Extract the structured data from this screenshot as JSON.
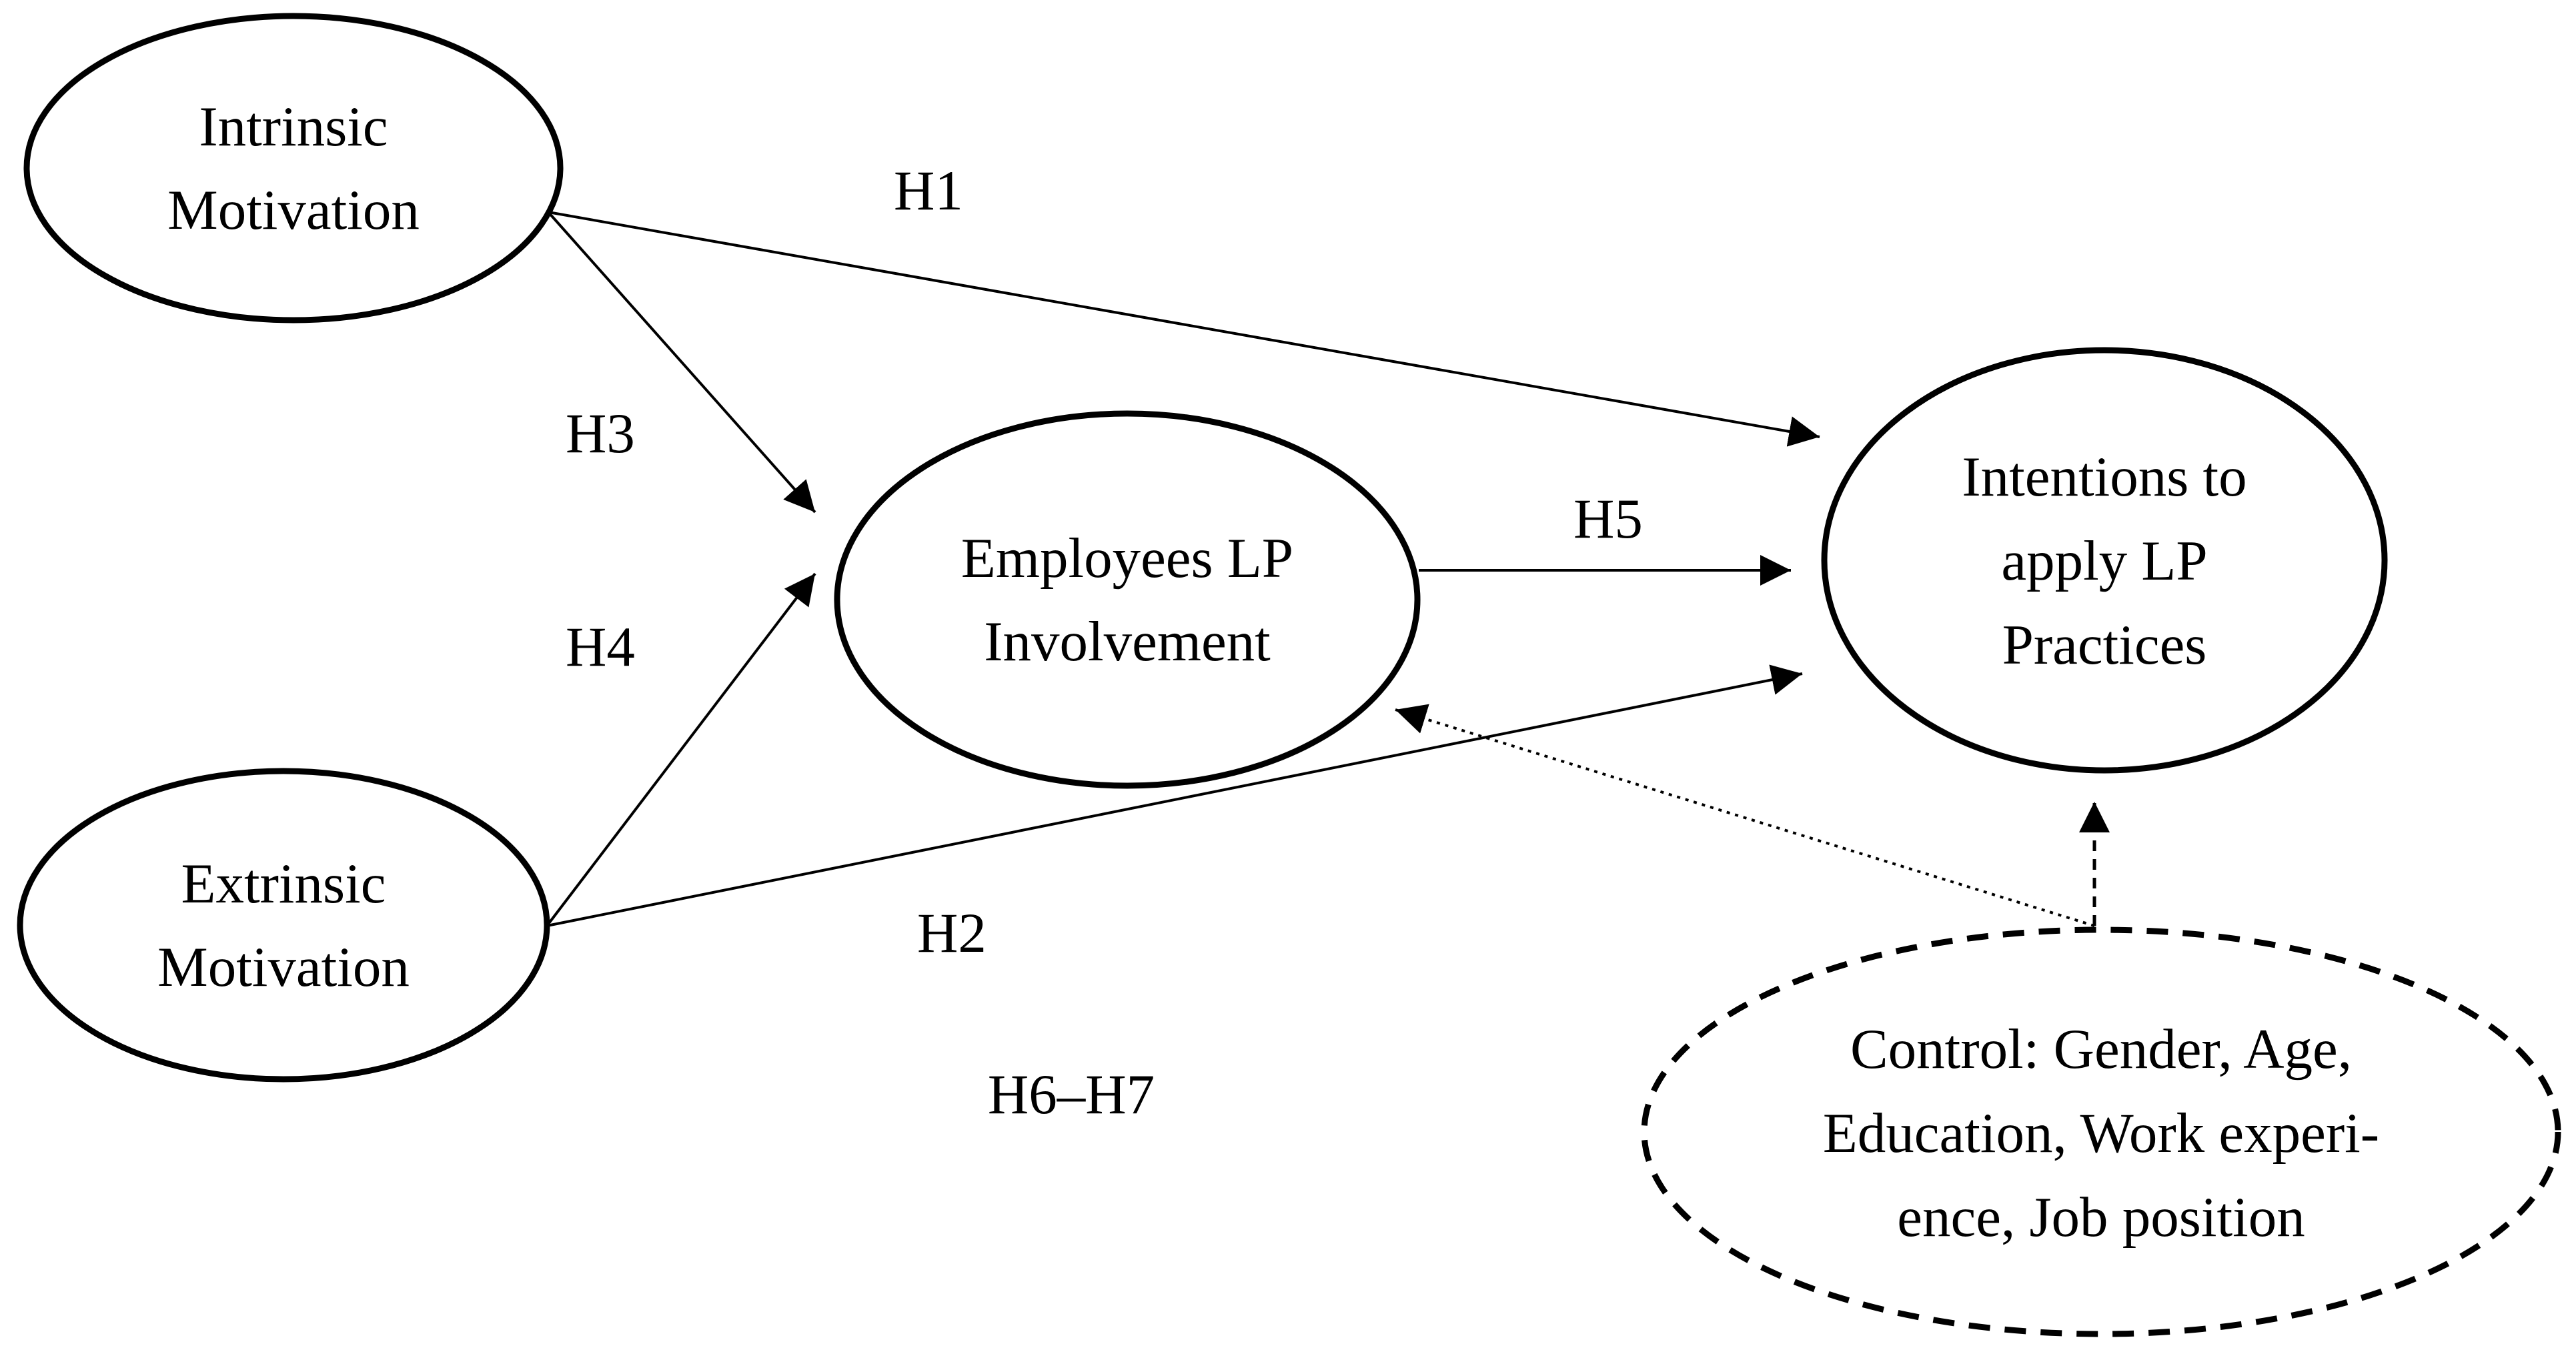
{
  "diagram": {
    "colors": {
      "stroke": "#000000",
      "text": "#000000",
      "background": "#ffffff"
    },
    "nodes": {
      "intrinsic": {
        "line1": "Intrinsic",
        "line2": "Motivation"
      },
      "extrinsic": {
        "line1": "Extrinsic",
        "line2": "Motivation"
      },
      "involvement": {
        "line1": "Employees LP",
        "line2": "Involvement"
      },
      "intentions": {
        "line1": "Intentions to",
        "line2": "apply LP",
        "line3": "Practices"
      },
      "control": {
        "line1": "Control: Gender, Age,",
        "line2": "Education, Work experi-",
        "line3": "ence, Job position"
      }
    },
    "hypotheses": {
      "h1": "H1",
      "h2": "H2",
      "h3": "H3",
      "h4": "H4",
      "h5": "H5",
      "h6_h7": "H6–H7"
    }
  }
}
